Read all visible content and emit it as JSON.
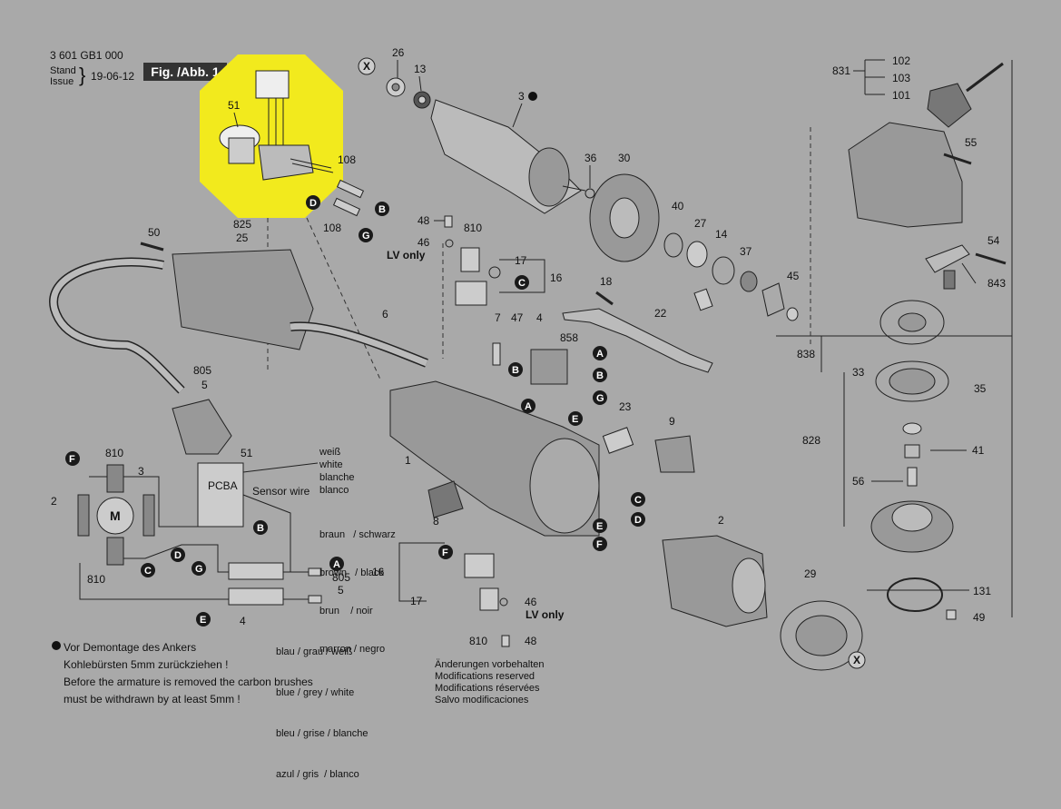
{
  "header": {
    "part_number": "3 601 GB1 000",
    "stand_label": "Stand",
    "issue_label": "Issue",
    "date": "19-06-12",
    "figure": "Fig. /Abb. 1"
  },
  "colors": {
    "background": "#a9a9a9",
    "highlight": "#f2ea1d",
    "line": "#222222",
    "callout": "#1a1a1a"
  },
  "part_labels": {
    "p26": "26",
    "p13": "13",
    "p3": "3",
    "p36": "36",
    "p30": "30",
    "p40": "40",
    "p27": "27",
    "p14": "14",
    "p37": "37",
    "p45": "45",
    "p51": "51",
    "p108a": "108",
    "p108b": "108",
    "p48a": "48",
    "p810a": "810",
    "p46a": "46",
    "p17a": "17",
    "p16a": "16",
    "p18": "18",
    "p22": "22",
    "p825": "825",
    "p25": "25",
    "p50": "50",
    "p6": "6",
    "p7": "7",
    "p47": "47",
    "p4": "4",
    "p858": "858",
    "p23": "23",
    "p9": "9",
    "p805": "805",
    "p5": "5",
    "p1": "1",
    "p8": "8",
    "p2": "2",
    "p29": "29",
    "p16b": "16",
    "p17b": "17",
    "p46b": "46",
    "p810b": "810",
    "p48b": "48",
    "p102": "102",
    "p831": "831",
    "p103": "103",
    "p101": "101",
    "p55": "55",
    "p54": "54",
    "p843": "843",
    "p838": "838",
    "p33": "33",
    "p35": "35",
    "p828": "828",
    "p41": "41",
    "p56": "56",
    "p131": "131",
    "p49": "49",
    "lv_only_a": "LV only",
    "lv_only_b": "LV only"
  },
  "callouts": {
    "X": "X",
    "A": "A",
    "B": "B",
    "C": "C",
    "D": "D",
    "E": "E",
    "F": "F",
    "G": "G"
  },
  "wiring": {
    "f810top": "810",
    "f3": "3",
    "f2": "2",
    "fM": "M",
    "f810bot": "810",
    "f51": "51",
    "pcba": "PCBA",
    "sensor": "Sensor wire",
    "f4": "4",
    "f805": "805",
    "f5": "5",
    "colors_top": [
      "weiß",
      "white",
      "blanche",
      "blanco"
    ],
    "colors_mid": [
      "braun   / schwarz",
      "brown   / black",
      "brun    / noir",
      "marron / negro"
    ],
    "colors_bot": [
      "blau / grau / weiß",
      "blue / grey / white",
      "bleu / grise / blanche",
      "azul / gris  / blanco"
    ]
  },
  "notes": {
    "de": "Vor Demontage des Ankers",
    "de2": "Kohlebürsten 5mm zurückziehen !",
    "en": "Before the armature is removed the carbon brushes",
    "en2": "must be withdrawn by at least 5mm !",
    "mod1": "Änderungen vorbehalten",
    "mod2": "Modifications reserved",
    "mod3": "Modifications réservées",
    "mod4": "Salvo modificaciones"
  }
}
